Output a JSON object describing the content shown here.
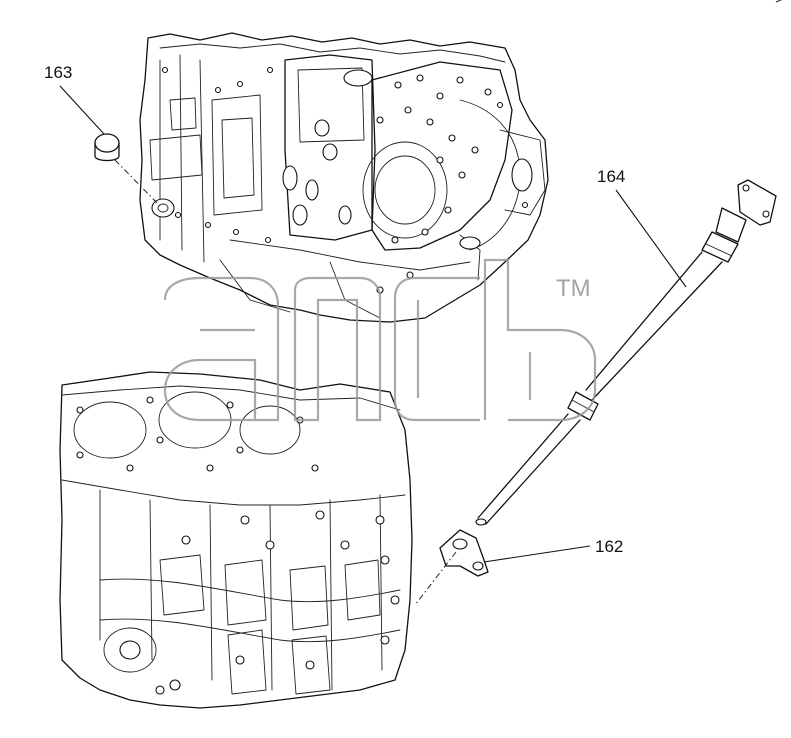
{
  "callouts": {
    "c162": "162",
    "c163": "163",
    "c164": "164"
  },
  "watermark": {
    "trademark": "TM"
  },
  "colors": {
    "line": "#111111",
    "watermark": "#9a9a9a",
    "background": "#ffffff"
  }
}
